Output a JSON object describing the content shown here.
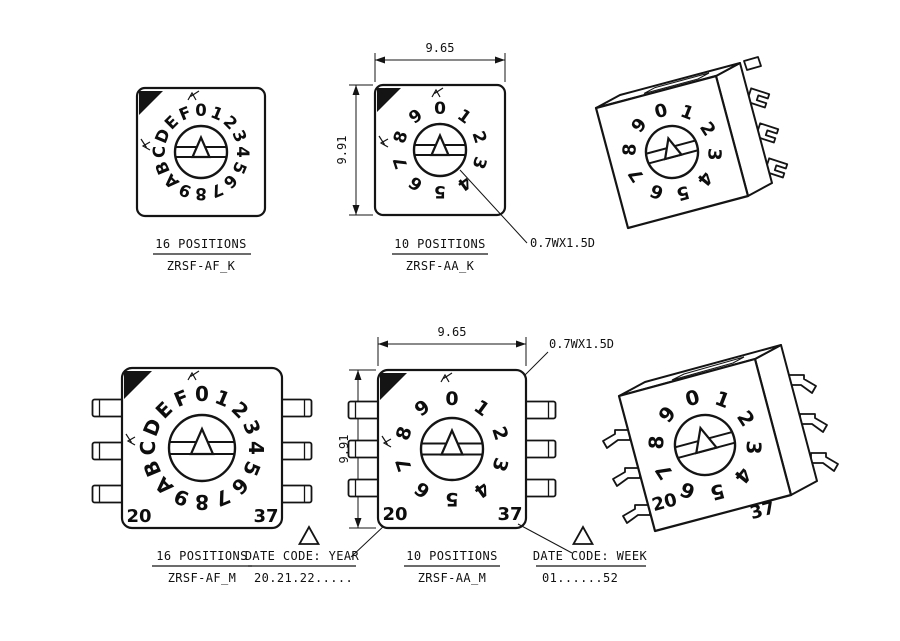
{
  "views": {
    "top_left": {
      "positions": "16 POSITIONS",
      "model": "ZRSF-AF_K",
      "dial_chars": "0123456789ABCDEF"
    },
    "top_middle": {
      "positions": "10 POSITIONS",
      "model": "ZRSF-AA_K",
      "dial_chars": "0123456789"
    },
    "bottom_left": {
      "positions": "16 POSITIONS",
      "model": "ZRSF-AF_M",
      "dial_chars": "0123456789ABCDEF",
      "year_code": "20",
      "week_code": "37"
    },
    "bottom_middle": {
      "positions": "10 POSITIONS",
      "model": "ZRSF-AA_M",
      "dial_chars": "0123456789",
      "year_code": "20",
      "week_code": "37"
    },
    "iso_top": {
      "dial_chars": "0123456789"
    },
    "iso_bottom": {
      "dial_chars": "0123456789",
      "year_code": "20",
      "week_code": "37"
    }
  },
  "dimensions": {
    "width": "9.65",
    "height": "9.91",
    "slot_spec": "0.7WX1.5D"
  },
  "notes": {
    "year": {
      "label": "DATE CODE: YEAR",
      "values": "20.21.22....."
    },
    "week": {
      "label": "DATE CODE: WEEK",
      "values": "01......52"
    }
  },
  "colors": {
    "ink": "#141414",
    "background": "#ffffff"
  }
}
